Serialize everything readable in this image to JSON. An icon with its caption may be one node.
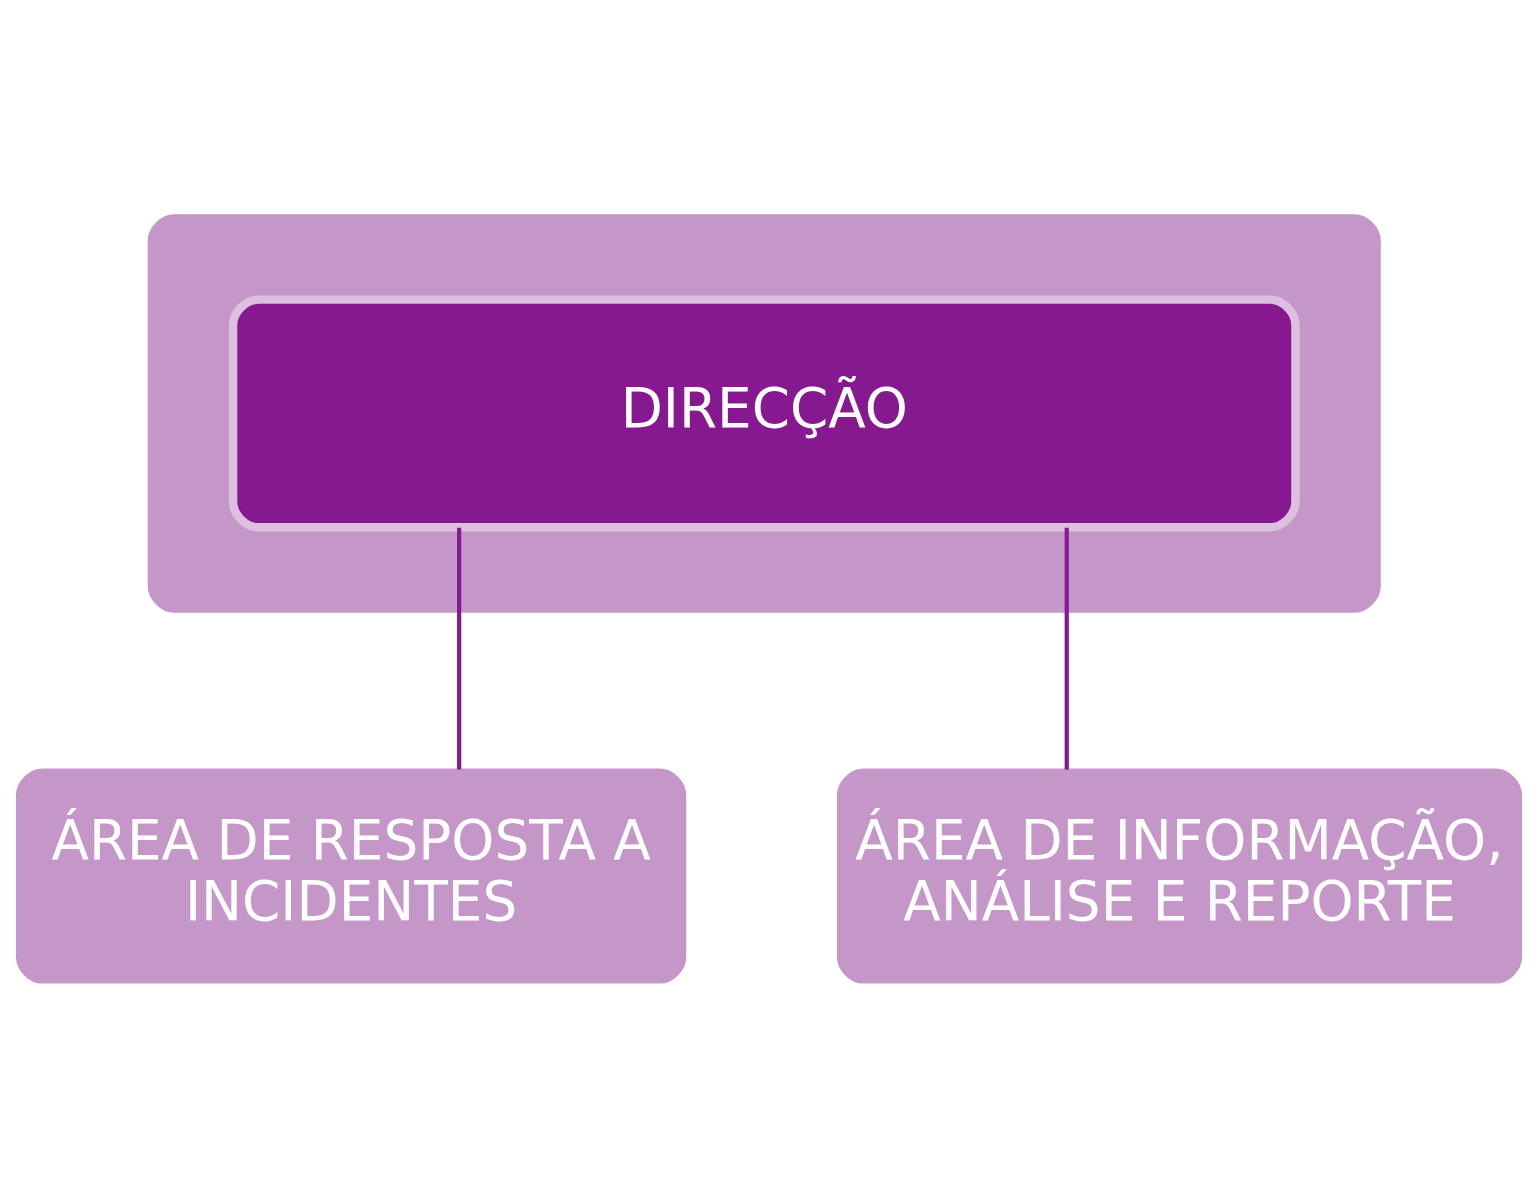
{
  "diagram": {
    "nodes": [
      {
        "text": [],
        "shape": "box"
      },
      {
        "text": [
          "DIRECÇÃO"
        ],
        "in": 0
      },
      {
        "text": [
          "ÁREA DE RESPOSTA A INCIDENTES"
        ]
      },
      {
        "text": [
          "ÁREA DE INFORMAÇÃO, ANÁLISE E REPORTE"
        ]
      }
    ],
    "edges": [
      {
        "from": 1,
        "to": 2,
        "arrow": "none"
      },
      {
        "from": 1,
        "to": 3,
        "arrow": "none"
      }
    ]
  }
}
